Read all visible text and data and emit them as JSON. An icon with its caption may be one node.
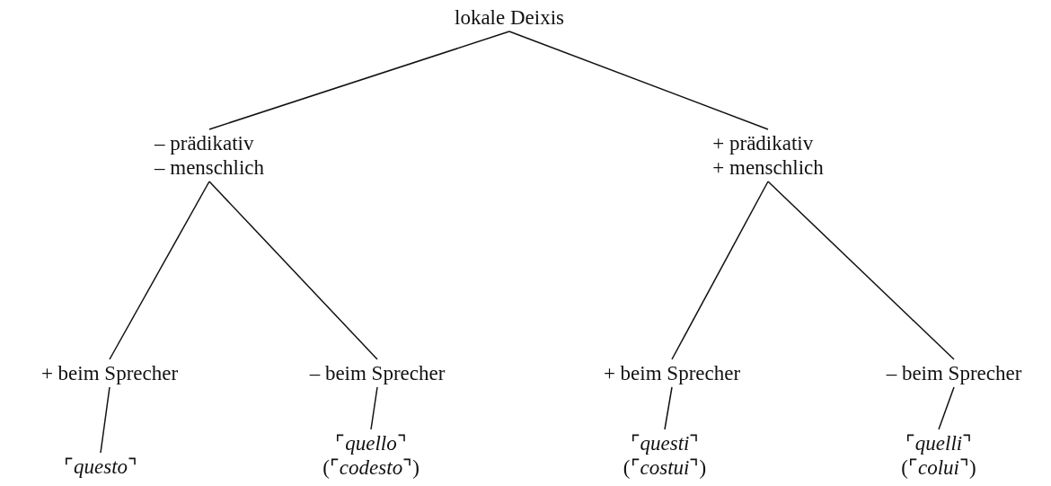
{
  "diagram": {
    "nodes": [
      {
        "text": [
          "lokale Deixis"
        ]
      },
      {
        "text": [
          "– prädikativ",
          "– menschlich"
        ]
      },
      {
        "text": [
          "+ prädikativ",
          "+ menschlich"
        ]
      },
      {
        "text": [
          "+ beim Sprecher"
        ]
      },
      {
        "text": [
          "– beim Sprecher"
        ]
      },
      {
        "text": [
          "+ beim Sprecher"
        ]
      },
      {
        "text": [
          "– beim Sprecher"
        ]
      },
      {
        "text": [
          "⌜*questo*⌝"
        ]
      },
      {
        "text": [
          "⌜*quello*⌝",
          "(⌜*codesto*⌝)"
        ]
      },
      {
        "text": [
          "⌜*questi*⌝",
          "(⌜*costui*⌝)"
        ]
      },
      {
        "text": [
          "⌜*quelli*⌝",
          "(⌜*colui*⌝)"
        ]
      }
    ],
    "edges": [
      {
        "from": 0,
        "to": 1,
        "arrow": "none"
      },
      {
        "from": 0,
        "to": 2,
        "arrow": "none"
      },
      {
        "from": 1,
        "to": 3,
        "arrow": "none"
      },
      {
        "from": 1,
        "to": 4,
        "arrow": "none"
      },
      {
        "from": 2,
        "to": 5,
        "arrow": "none"
      },
      {
        "from": 2,
        "to": 6,
        "arrow": "none"
      },
      {
        "from": 3,
        "to": 7,
        "arrow": "none"
      },
      {
        "from": 4,
        "to": 8,
        "arrow": "none"
      },
      {
        "from": 5,
        "to": 9,
        "arrow": "none"
      },
      {
        "from": 6,
        "to": 10,
        "arrow": "none"
      }
    ]
  }
}
